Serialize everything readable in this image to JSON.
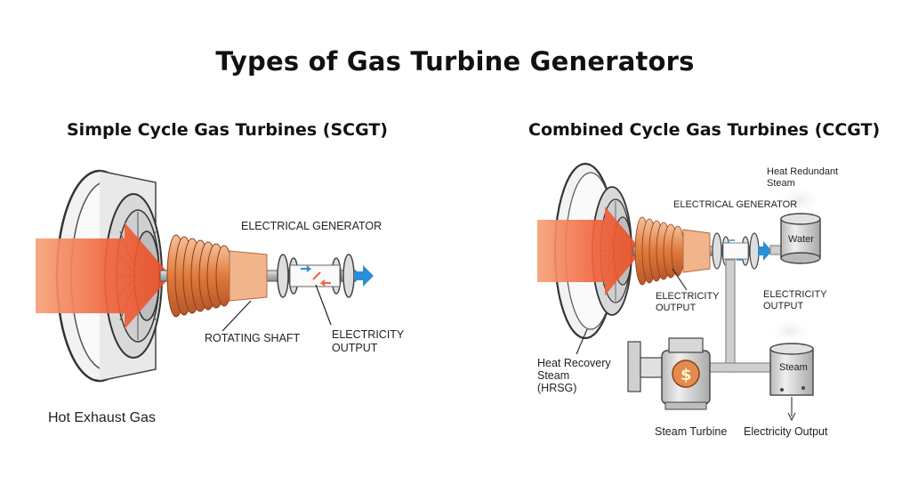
{
  "title": "Types of Gas Turbine Generators",
  "scgt": {
    "title": "Simple Cycle Gas Turbines (SCGT)",
    "labels": {
      "generator": "ELECTRICAL GENERATOR",
      "shaft": "ROTATING SHAFT",
      "electricity_1": "ELECTRICITY",
      "electricity_2": "OUTPUT",
      "exhaust": "Hot Exhaust Gas"
    }
  },
  "ccgt": {
    "title": "Combined Cycle Gas Turbines (CCGT)",
    "labels": {
      "heat_redundant_1": "Heat Redundant",
      "heat_redundant_2": "Steam",
      "generator": "ELECTRICAL GENERATOR",
      "water": "Water",
      "electricity_left_1": "ELECTRICITY",
      "electricity_left_2": "OUTPUT",
      "electricity_right_1": "ELECTRICITY",
      "electricity_right_2": "OUTPUT",
      "hrsg_1": "Heat Recovery",
      "hrsg_2": "Steam",
      "hrsg_3": "(HRSG)",
      "steam": "Steam",
      "dollar": "$",
      "steam_turbine": "Steam Turbine",
      "electricity_output": "Electricity Output"
    }
  },
  "colors": {
    "flow": "#f0643c",
    "copper": "#e38a4e",
    "arrow_blue": "#2a8fd6",
    "metal": "#8c8c8c"
  }
}
